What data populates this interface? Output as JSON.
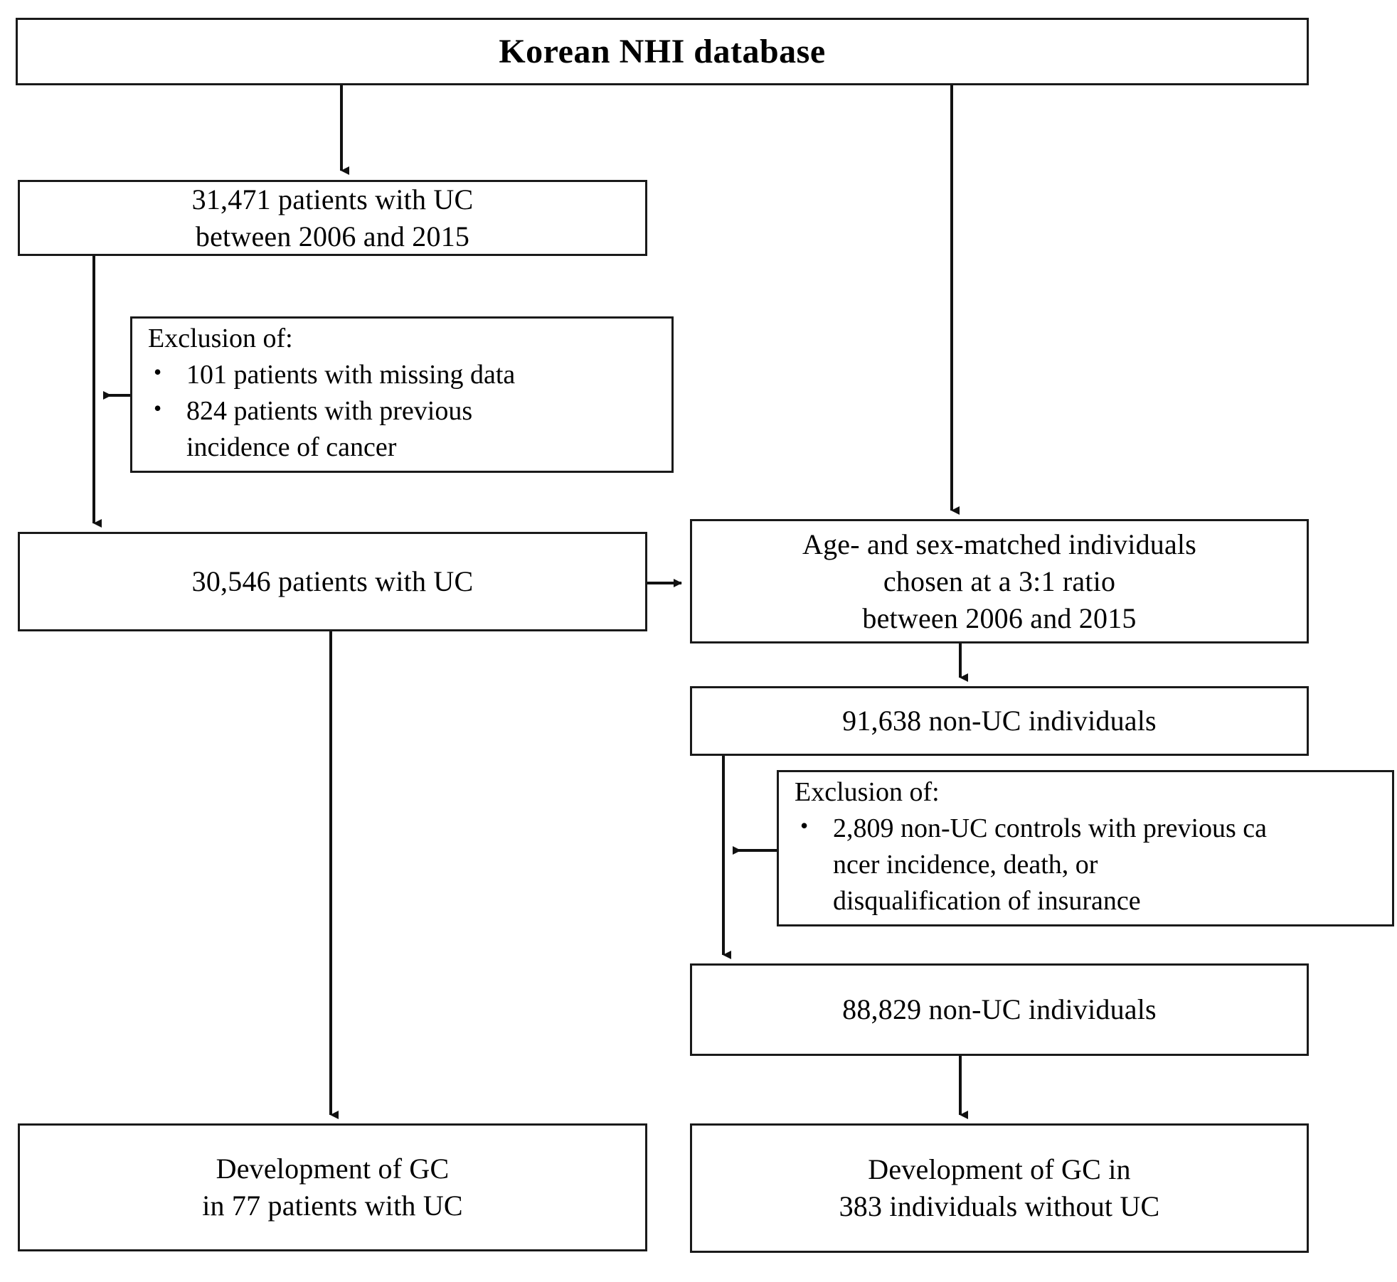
{
  "figure": {
    "type": "flowchart",
    "orientation": "top-down",
    "background_color": "#ffffff",
    "stroke_color": "#1a1a1a"
  },
  "nodes": {
    "source": {
      "title": "Korean NHI database"
    },
    "uc_initial": {
      "line1": "31,471 patients  with UC",
      "line2": "between 2006 and 2015"
    },
    "exclusion_uc": {
      "heading": "Exclusion  of:",
      "bullet_glyph": "•",
      "items": [
        "101 patients  with  missing  data",
        "824 patients  with  previous",
        "incidence  of cancer"
      ]
    },
    "uc_final": {
      "line1": "30,546 patients  with UC"
    },
    "matched": {
      "line1": "Age- and sex-matched  individuals",
      "line2": "chosen at a 3:1 ratio",
      "line3": "between 2006 and 2015"
    },
    "nonuc_initial": {
      "line1": "91,638 non-UC individuals"
    },
    "exclusion_nonuc": {
      "heading": "Exclusion  of:",
      "bullet_glyph": "•",
      "items": [
        "2,809 non-UC controls with previous ca",
        "ncer incidence,  death,  or",
        "disqualification  of insurance"
      ]
    },
    "nonuc_final": {
      "line1": "88,829 non-UC individuals"
    },
    "outcome_uc": {
      "line1": "Development  of GC",
      "line2": "in 77 patients  with  UC"
    },
    "outcome_nonuc": {
      "line1": "Development  of GC in",
      "line2": "383 individuals  without  UC"
    }
  },
  "edges": [
    {
      "name": "source-to-uc-initial",
      "from": "source",
      "to": "uc_initial",
      "direction": "down"
    },
    {
      "name": "source-to-matched",
      "from": "source",
      "to": "matched",
      "direction": "down"
    },
    {
      "name": "uc-initial-to-uc-final",
      "from": "uc_initial",
      "to": "uc_final",
      "direction": "down"
    },
    {
      "name": "exclusion-uc-to-trunk",
      "from": "exclusion_uc",
      "to": "uc-left-trunk",
      "direction": "left"
    },
    {
      "name": "uc-final-to-matched",
      "from": "uc_final",
      "to": "matched",
      "direction": "right"
    },
    {
      "name": "uc-final-to-outcome-uc",
      "from": "uc_final",
      "to": "outcome_uc",
      "direction": "down"
    },
    {
      "name": "matched-to-nonuc-initial",
      "from": "matched",
      "to": "nonuc_initial",
      "direction": "down"
    },
    {
      "name": "nonuc-initial-to-nonuc-final",
      "from": "nonuc_initial",
      "to": "nonuc_final",
      "direction": "down"
    },
    {
      "name": "exclusion-nonuc-to-trunk",
      "from": "exclusion_nonuc",
      "to": "nonuc-left-trunk",
      "direction": "left"
    },
    {
      "name": "nonuc-final-to-outcome-nonuc",
      "from": "nonuc_final",
      "to": "outcome_nonuc",
      "direction": "down"
    }
  ]
}
